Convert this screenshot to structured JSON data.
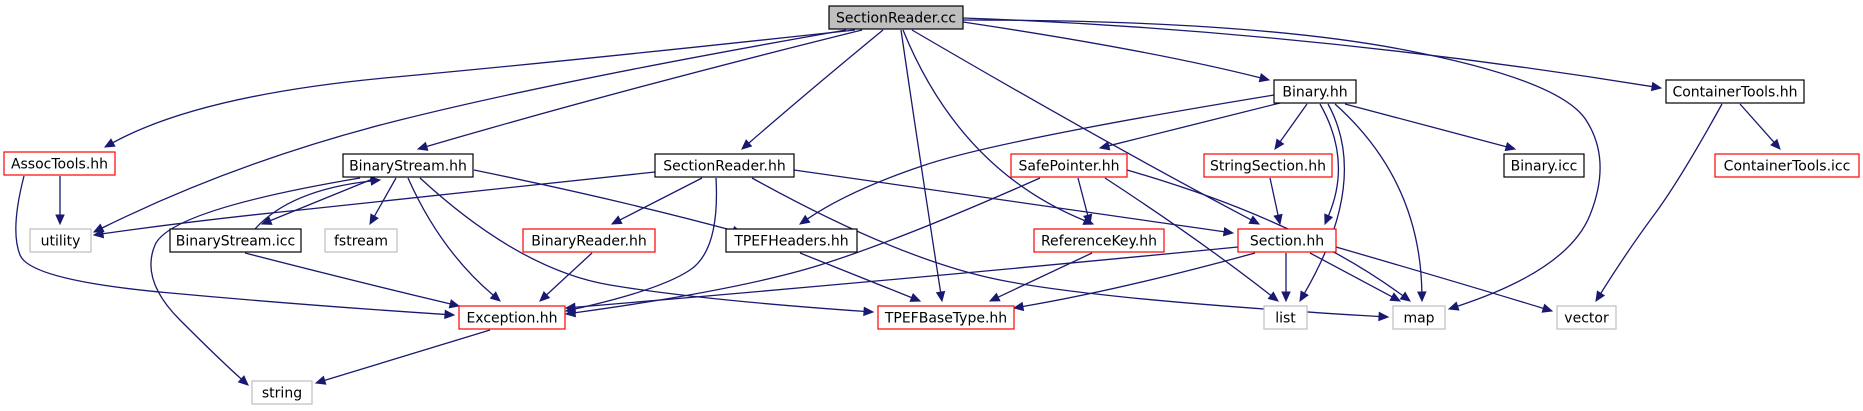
{
  "diagram": {
    "colors": {
      "edge": "#191970",
      "root_fill": "#bfbfbf",
      "root_border": "#000000",
      "documented_border": "#000000",
      "incomplete_border": "#ff0000",
      "external_border": "#bfbfbf",
      "external_text": "#555555",
      "background": "#ffffff"
    },
    "nodes": [
      {
        "id": "section_reader_cc",
        "label": "SectionReader.cc",
        "kind": "root"
      },
      {
        "id": "assoc_tools_hh",
        "label": "AssocTools.hh",
        "kind": "incomplete"
      },
      {
        "id": "binary_stream_hh",
        "label": "BinaryStream.hh",
        "kind": "documented"
      },
      {
        "id": "section_reader_hh",
        "label": "SectionReader.hh",
        "kind": "documented"
      },
      {
        "id": "safe_pointer_hh",
        "label": "SafePointer.hh",
        "kind": "incomplete"
      },
      {
        "id": "string_section_hh",
        "label": "StringSection.hh",
        "kind": "incomplete"
      },
      {
        "id": "binary_hh",
        "label": "Binary.hh",
        "kind": "documented"
      },
      {
        "id": "binary_icc",
        "label": "Binary.icc",
        "kind": "documented"
      },
      {
        "id": "container_tools_hh",
        "label": "ContainerTools.hh",
        "kind": "documented"
      },
      {
        "id": "container_tools_icc",
        "label": "ContainerTools.icc",
        "kind": "incomplete"
      },
      {
        "id": "utility",
        "label": "utility",
        "kind": "external"
      },
      {
        "id": "binary_stream_icc",
        "label": "BinaryStream.icc",
        "kind": "documented"
      },
      {
        "id": "fstream",
        "label": "fstream",
        "kind": "external"
      },
      {
        "id": "binary_reader_hh",
        "label": "BinaryReader.hh",
        "kind": "incomplete"
      },
      {
        "id": "tpef_headers_hh",
        "label": "TPEFHeaders.hh",
        "kind": "documented"
      },
      {
        "id": "reference_key_hh",
        "label": "ReferenceKey.hh",
        "kind": "incomplete"
      },
      {
        "id": "section_hh",
        "label": "Section.hh",
        "kind": "incomplete"
      },
      {
        "id": "exception_hh",
        "label": "Exception.hh",
        "kind": "incomplete"
      },
      {
        "id": "tpef_base_type_hh",
        "label": "TPEFBaseType.hh",
        "kind": "incomplete"
      },
      {
        "id": "list",
        "label": "list",
        "kind": "external"
      },
      {
        "id": "map",
        "label": "map",
        "kind": "external"
      },
      {
        "id": "vector",
        "label": "vector",
        "kind": "external"
      },
      {
        "id": "string",
        "label": "string",
        "kind": "external"
      }
    ],
    "edges": [
      [
        "section_reader_cc",
        "assoc_tools_hh"
      ],
      [
        "section_reader_cc",
        "utility"
      ],
      [
        "section_reader_cc",
        "binary_stream_hh"
      ],
      [
        "section_reader_cc",
        "section_reader_hh"
      ],
      [
        "section_reader_cc",
        "tpef_base_type_hh"
      ],
      [
        "section_reader_cc",
        "reference_key_hh"
      ],
      [
        "section_reader_cc",
        "section_hh"
      ],
      [
        "section_reader_cc",
        "binary_hh"
      ],
      [
        "section_reader_cc",
        "map"
      ],
      [
        "section_reader_cc",
        "container_tools_hh"
      ],
      [
        "assoc_tools_hh",
        "utility"
      ],
      [
        "assoc_tools_hh",
        "exception_hh"
      ],
      [
        "binary_stream_hh",
        "string"
      ],
      [
        "binary_stream_hh",
        "binary_stream_icc"
      ],
      [
        "binary_stream_hh",
        "fstream"
      ],
      [
        "binary_stream_hh",
        "exception_hh"
      ],
      [
        "binary_stream_hh",
        "tpef_headers_hh"
      ],
      [
        "binary_stream_hh",
        "tpef_base_type_hh"
      ],
      [
        "binary_stream_icc",
        "binary_stream_hh"
      ],
      [
        "binary_stream_icc",
        "exception_hh"
      ],
      [
        "section_reader_hh",
        "utility"
      ],
      [
        "section_reader_hh",
        "binary_reader_hh"
      ],
      [
        "section_reader_hh",
        "exception_hh"
      ],
      [
        "section_reader_hh",
        "section_hh"
      ],
      [
        "section_reader_hh",
        "map"
      ],
      [
        "binary_reader_hh",
        "exception_hh"
      ],
      [
        "tpef_headers_hh",
        "tpef_base_type_hh"
      ],
      [
        "safe_pointer_hh",
        "exception_hh"
      ],
      [
        "safe_pointer_hh",
        "reference_key_hh"
      ],
      [
        "safe_pointer_hh",
        "list"
      ],
      [
        "safe_pointer_hh",
        "map"
      ],
      [
        "reference_key_hh",
        "tpef_base_type_hh"
      ],
      [
        "string_section_hh",
        "section_hh"
      ],
      [
        "section_hh",
        "exception_hh"
      ],
      [
        "section_hh",
        "tpef_base_type_hh"
      ],
      [
        "section_hh",
        "list"
      ],
      [
        "section_hh",
        "map"
      ],
      [
        "section_hh",
        "vector"
      ],
      [
        "binary_hh",
        "tpef_headers_hh"
      ],
      [
        "binary_hh",
        "safe_pointer_hh"
      ],
      [
        "binary_hh",
        "string_section_hh"
      ],
      [
        "binary_hh",
        "section_hh"
      ],
      [
        "binary_hh",
        "list"
      ],
      [
        "binary_hh",
        "map"
      ],
      [
        "binary_hh",
        "binary_icc"
      ],
      [
        "container_tools_hh",
        "container_tools_icc"
      ],
      [
        "container_tools_hh",
        "vector"
      ],
      [
        "exception_hh",
        "string"
      ]
    ]
  }
}
